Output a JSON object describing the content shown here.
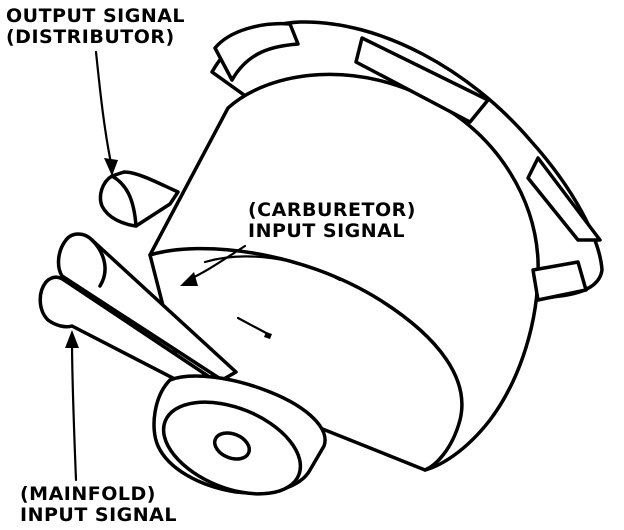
{
  "labels": {
    "output": {
      "line1": "OUTPUT SIGNAL",
      "line2": "(DISTRIBUTOR)"
    },
    "carburetor": {
      "line1": "(CARBURETOR)",
      "line2": "INPUT SIGNAL"
    },
    "manifold": {
      "line1": "(MAINFOLD)",
      "line2": "INPUT SIGNAL"
    }
  },
  "colors": {
    "ink": "#000000",
    "paper": "#ffffff"
  }
}
